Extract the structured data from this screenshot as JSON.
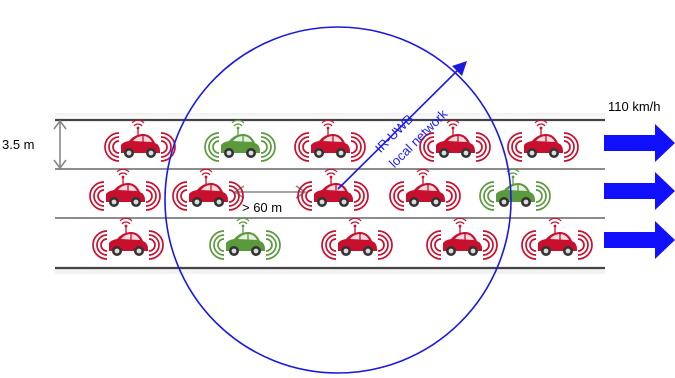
{
  "labels": {
    "speed": "110 km/h",
    "lane_width": "3.5 m",
    "spacing": "> 60 m",
    "network_line1": "IR-UWB",
    "network_line2": "local network"
  },
  "lanes": [
    {
      "lane": 1,
      "cars": [
        "red",
        "green",
        "red",
        "red",
        "red"
      ]
    },
    {
      "lane": 2,
      "cars": [
        "red",
        "red",
        "red",
        "red",
        "green"
      ]
    },
    {
      "lane": 3,
      "cars": [
        "red",
        "green",
        "red",
        "red",
        "red"
      ]
    }
  ],
  "colors": {
    "car_red": "#c8102e",
    "car_green": "#5a9a3c",
    "arrow_blue": "#1010ff",
    "circle_blue": "#1a1ae0",
    "road_line": "#555555"
  },
  "icons": {
    "car": "car-icon",
    "signal": "wireless-signal-icon",
    "arrow": "traffic-direction-arrow-icon"
  }
}
